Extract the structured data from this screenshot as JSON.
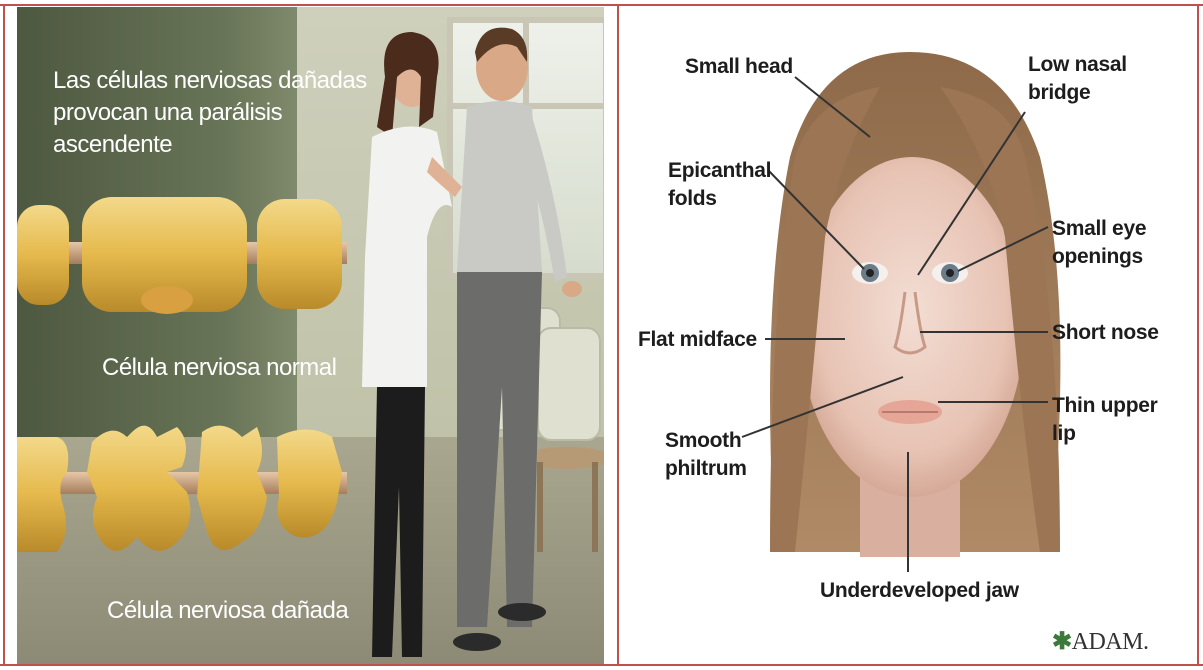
{
  "left_panel": {
    "title_line1": "Las células nerviosas dañadas",
    "title_line2": "provocan una parálisis ascendente",
    "normal_label": "Célula nerviosa normal",
    "damaged_label": "Célula nerviosa dañada"
  },
  "right_panel": {
    "labels": {
      "small_head": "Small head",
      "low_nasal_bridge_1": "Low nasal",
      "low_nasal_bridge_2": "bridge",
      "epicanthal_1": "Epicanthal",
      "epicanthal_2": "folds",
      "small_eye_1": "Small eye",
      "small_eye_2": "openings",
      "flat_midface": "Flat midface",
      "short_nose": "Short nose",
      "thin_lip_1": "Thin upper",
      "thin_lip_2": "lip",
      "smooth_philtrum_1": "Smooth",
      "smooth_philtrum_2": "philtrum",
      "underdeveloped_jaw": "Underdeveloped jaw"
    },
    "logo": "ADAM."
  },
  "colors": {
    "border": "#c0504d",
    "myelin": "#e5b94c",
    "axon": "#caa27f"
  }
}
